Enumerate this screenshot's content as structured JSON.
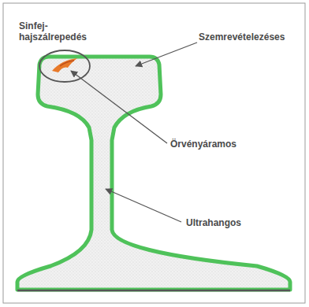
{
  "diagram": {
    "labels": [
      "Sinfej-hajszálrepedés",
      "Szemrevételezéses",
      "Örvényáramos",
      "Ultrahangos"
    ]
  }
}
